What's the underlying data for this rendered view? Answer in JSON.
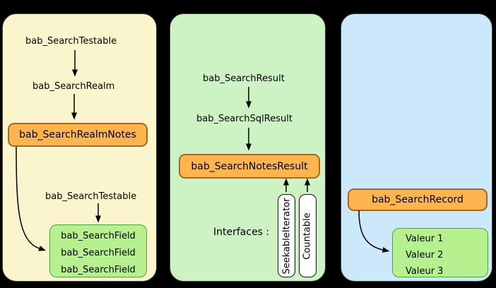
{
  "colors": {
    "background": "#000000",
    "panel_yellow": "#FBF5CE",
    "panel_green": "#CDF3C4",
    "panel_blue": "#CBE9FA",
    "node_orange_fill": "#FCB44E",
    "node_orange_border": "#A2692A",
    "node_green_fill": "#B6F08F",
    "node_green_border": "#4BA53A",
    "node_white_fill": "#FFFFFF",
    "arrow_color": "#000000"
  },
  "panels": {
    "left": {
      "top_class": "bab_SearchTestable",
      "realm_class": "bab_SearchRealm",
      "realm_notes_node": "bab_SearchRealmNotes",
      "testable_class": "bab_SearchTestable",
      "field_lines": [
        "bab_SearchField",
        "bab_SearchField",
        "bab_SearchField"
      ]
    },
    "middle": {
      "result_class": "bab_SearchResult",
      "sql_result_class": "bab_SearchSqlResult",
      "notes_result_node": "bab_SearchNotesResult",
      "interfaces_label": "Interfaces :",
      "interfaces": [
        "SeekableIterator",
        "Countable"
      ]
    },
    "right": {
      "record_node": "bab_SearchRecord",
      "value_lines": [
        "Valeur 1",
        "Valeur 2",
        "Valeur 3"
      ]
    }
  }
}
